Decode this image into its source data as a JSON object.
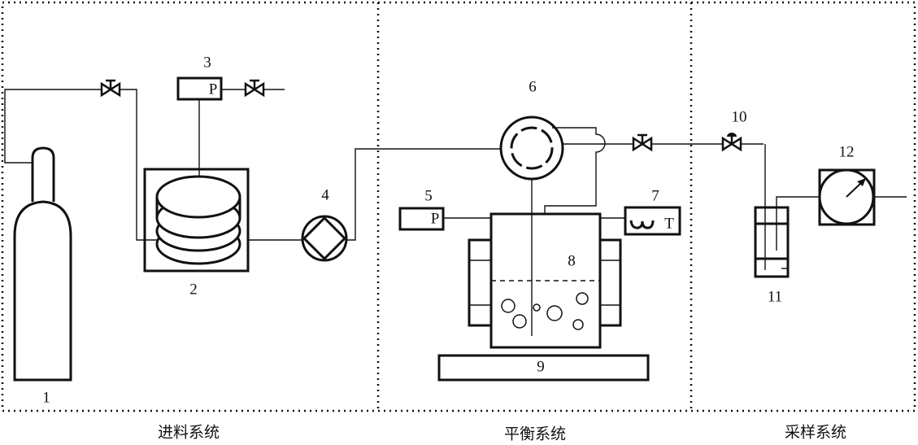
{
  "sections": {
    "feed": "进料系统",
    "equilibrium": "平衡系统",
    "sampling": "采样系统"
  },
  "labels": {
    "n1": "1",
    "n2": "2",
    "n3": "3",
    "n4": "4",
    "n5": "5",
    "n6": "6",
    "n7": "7",
    "n8": "8",
    "n9": "9",
    "n10": "10",
    "n11": "11",
    "n12": "12"
  },
  "gauges": {
    "pressure_symbol": "P",
    "temperature_symbol": "T"
  }
}
